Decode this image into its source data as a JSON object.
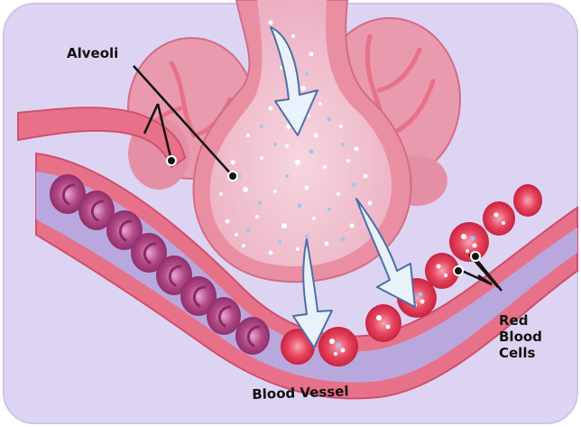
{
  "labels": {
    "alveoli": "Alveoli",
    "red_blood_cells": [
      "Red",
      "Blood",
      "Cells"
    ],
    "blood_vessel": "Blood Vessel"
  },
  "colors": {
    "background": "#ddd4f3",
    "vessel": "#e8718a",
    "vessel_inner": "#b9a8dd",
    "alveolus": "#f2c6d2",
    "alveolus_edge": "#e0768d",
    "rbc_oxygenated": "#e8455f",
    "rbc_deoxygenated": "#b34a86",
    "oxygen_dot_white": "#ffffff",
    "oxygen_dot_blue": "#9ec6ea",
    "arrow_fill": "#e9f1fb",
    "arrow_stroke": "#4c6fa8"
  },
  "icons": [
    "down-arrow-icon",
    "oxygen-particle-icon",
    "red-blood-cell-icon"
  ]
}
